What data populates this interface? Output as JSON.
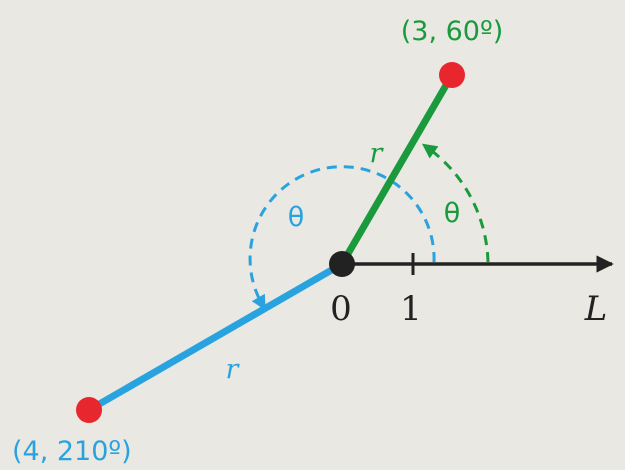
{
  "labels": {
    "origin": "0",
    "unit": "1",
    "axis": "L",
    "point_a": "(3, 60º)",
    "point_b": "(4, 210º)",
    "r_green": "r",
    "r_blue": "r",
    "theta_green": "θ",
    "theta_blue": "θ"
  },
  "points": [
    {
      "r": 3,
      "theta_deg": 60
    },
    {
      "r": 4,
      "theta_deg": 210
    }
  ],
  "colors": {
    "background": "#e9e8e2",
    "green": "#1a9a3c",
    "blue": "#29a3e0",
    "point": "#e8262e",
    "axis": "#222222"
  }
}
